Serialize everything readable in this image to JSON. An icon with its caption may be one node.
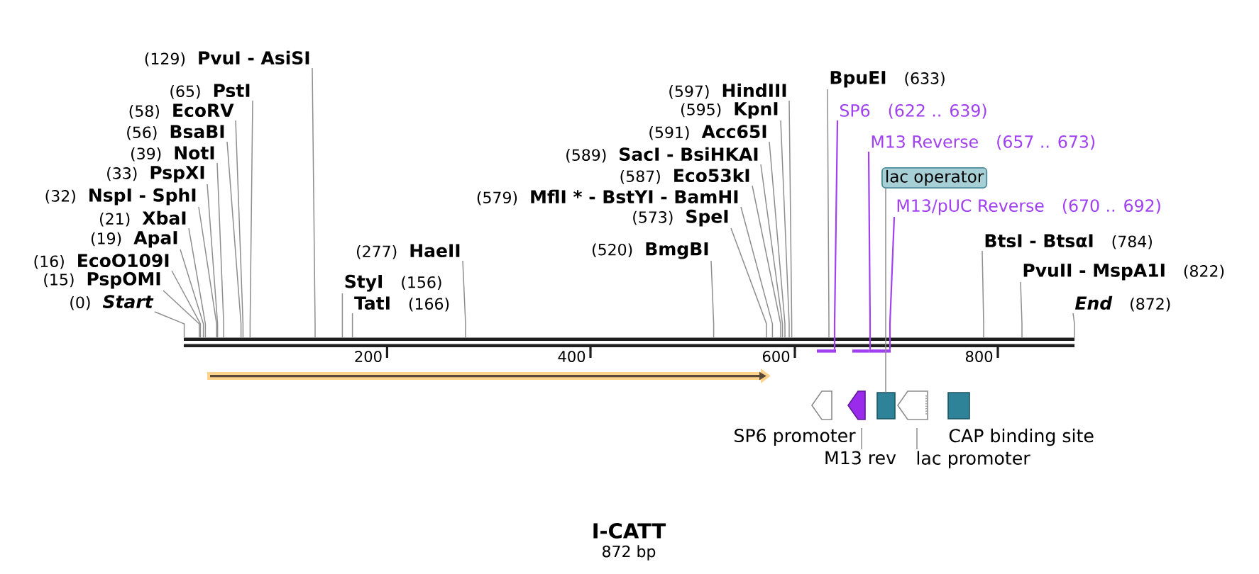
{
  "diagram": {
    "title": "I-CATT",
    "caption": "872 bp",
    "nodes": [
      {
        "text": [
          "(129)",
          "PvuI - AsiSI"
        ]
      },
      {
        "text": [
          "(65)",
          "PstI"
        ]
      },
      {
        "text": [
          "(58)",
          "EcoRV"
        ]
      },
      {
        "text": [
          "(56)",
          "BsaBI"
        ]
      },
      {
        "text": [
          "(39)",
          "NotI"
        ]
      },
      {
        "text": [
          "(33)",
          "PspXI"
        ]
      },
      {
        "text": [
          "(32)",
          "NspI - SphI"
        ]
      },
      {
        "text": [
          "(21)",
          "XbaI"
        ]
      },
      {
        "text": [
          "(19)",
          "ApaI"
        ]
      },
      {
        "text": [
          "(16)",
          "EcoO109I"
        ]
      },
      {
        "text": [
          "(15)",
          "PspOMI"
        ]
      },
      {
        "text": [
          "(0)",
          "Start"
        ]
      },
      {
        "text": [
          "StyI",
          "(156)"
        ]
      },
      {
        "text": [
          "TatI",
          "(166)"
        ]
      },
      {
        "text": [
          "(277)",
          "HaeII"
        ]
      },
      {
        "text": [
          "(597)",
          "HindIII"
        ]
      },
      {
        "text": [
          "(595)",
          "KpnI"
        ]
      },
      {
        "text": [
          "(591)",
          "Acc65I"
        ]
      },
      {
        "text": [
          "(589)",
          "SacI - BsiHKAI"
        ]
      },
      {
        "text": [
          "(587)",
          "Eco53kI"
        ]
      },
      {
        "text": [
          "(579)",
          "MflI * - BstYI - BamHI"
        ]
      },
      {
        "text": [
          "(573)",
          "SpeI"
        ]
      },
      {
        "text": [
          "(520)",
          "BmgBI"
        ]
      },
      {
        "text": [
          "BpuEI",
          "(633)"
        ]
      },
      {
        "text": [
          "SP6",
          "(622 .. 639)"
        ]
      },
      {
        "text": [
          "M13 Reverse",
          "(657 .. 673)"
        ]
      },
      {
        "text": [
          "lac operator"
        ]
      },
      {
        "text": [
          "M13/pUC Reverse",
          "(670 .. 692)"
        ]
      },
      {
        "text": [
          "BtsI - BtsαI",
          "(784)"
        ]
      },
      {
        "text": [
          "PvuII - MspA1I",
          "(822)"
        ]
      },
      {
        "text": [
          "End",
          "(872)"
        ]
      },
      {
        "text": [],
        "shape": "line"
      },
      {
        "text": [],
        "shape": "arrow"
      },
      {
        "text": [],
        "shape": "bar"
      },
      {
        "text": [],
        "shape": "bar"
      },
      {
        "text": [],
        "shape": "bar"
      },
      {
        "text": [],
        "shape": "pentagon",
        "beside": [
          "SP6 promoter"
        ]
      },
      {
        "text": [],
        "shape": "pentagon"
      },
      {
        "text": [],
        "shape": "box"
      },
      {
        "text": [],
        "shape": "pentagon"
      },
      {
        "text": [],
        "shape": "box",
        "beside": [
          "CAP binding site"
        ]
      },
      {
        "text": [
          "M13 rev"
        ]
      },
      {
        "text": [
          "lac promoter"
        ]
      }
    ],
    "edges": [
      {
        "from": 0,
        "to": 31,
        "arrow": "none"
      },
      {
        "from": 1,
        "to": 31,
        "arrow": "none"
      },
      {
        "from": 2,
        "to": 31,
        "arrow": "none"
      },
      {
        "from": 3,
        "to": 31,
        "arrow": "none"
      },
      {
        "from": 4,
        "to": 31,
        "arrow": "none"
      },
      {
        "from": 5,
        "to": 31,
        "arrow": "none"
      },
      {
        "from": 6,
        "to": 31,
        "arrow": "none"
      },
      {
        "from": 7,
        "to": 31,
        "arrow": "none"
      },
      {
        "from": 8,
        "to": 31,
        "arrow": "none"
      },
      {
        "from": 9,
        "to": 31,
        "arrow": "none"
      },
      {
        "from": 10,
        "to": 31,
        "arrow": "none"
      },
      {
        "from": 11,
        "to": 31,
        "arrow": "none"
      },
      {
        "from": 12,
        "to": 31,
        "arrow": "none"
      },
      {
        "from": 13,
        "to": 31,
        "arrow": "none"
      },
      {
        "from": 14,
        "to": 31,
        "arrow": "none"
      },
      {
        "from": 15,
        "to": 31,
        "arrow": "none"
      },
      {
        "from": 16,
        "to": 31,
        "arrow": "none"
      },
      {
        "from": 17,
        "to": 31,
        "arrow": "none"
      },
      {
        "from": 18,
        "to": 31,
        "arrow": "none"
      },
      {
        "from": 19,
        "to": 31,
        "arrow": "none"
      },
      {
        "from": 20,
        "to": 31,
        "arrow": "none"
      },
      {
        "from": 21,
        "to": 31,
        "arrow": "none"
      },
      {
        "from": 22,
        "to": 31,
        "arrow": "none"
      },
      {
        "from": 23,
        "to": 31,
        "arrow": "none"
      },
      {
        "from": 24,
        "to": 33,
        "arrow": "none",
        "color": "#a040f0"
      },
      {
        "from": 25,
        "to": 34,
        "arrow": "none",
        "color": "#a040f0"
      },
      {
        "from": 26,
        "to": 38,
        "arrow": "none"
      },
      {
        "from": 27,
        "to": 35,
        "arrow": "none",
        "color": "#a040f0"
      },
      {
        "from": 28,
        "to": 31,
        "arrow": "none"
      },
      {
        "from": 29,
        "to": 31,
        "arrow": "none"
      },
      {
        "from": 30,
        "to": 31,
        "arrow": "none"
      },
      {
        "from": 41,
        "to": 37,
        "arrow": "none"
      },
      {
        "from": 42,
        "to": 39,
        "arrow": "none"
      }
    ],
    "labels": [
      "200",
      "400",
      "600",
      "800"
    ]
  }
}
